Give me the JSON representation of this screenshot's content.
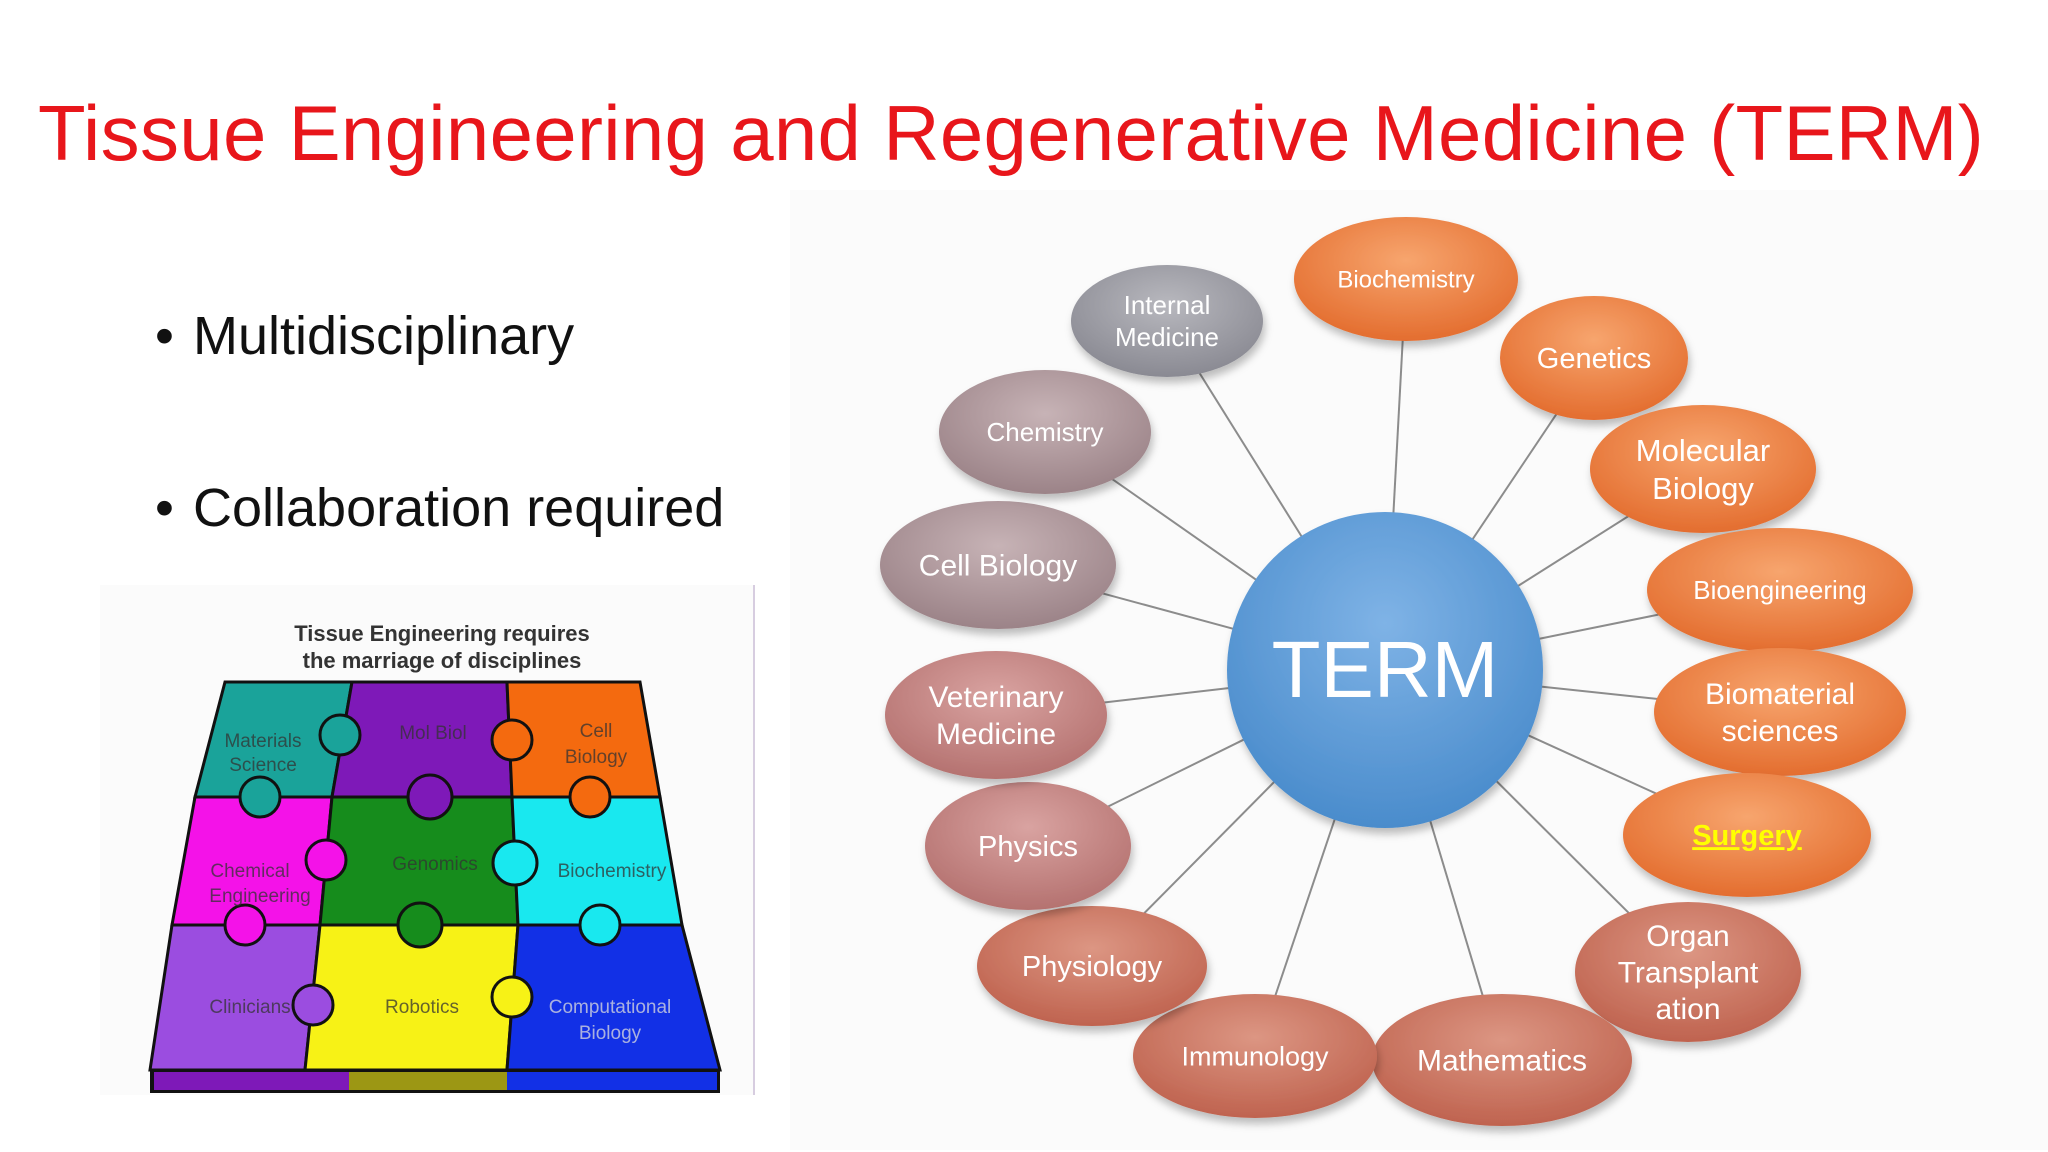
{
  "slide": {
    "title": "Tissue Engineering and Regenerative Medicine (TERM)",
    "bullets": [
      {
        "marker": "•",
        "text": "Multidisciplinary"
      },
      {
        "marker": "•",
        "text": "Collaboration required"
      }
    ]
  },
  "puzzle_figure": {
    "caption_line1": "Tissue Engineering requires",
    "caption_line2": "the marriage of disciplines",
    "pieces": [
      {
        "label1": "Materials",
        "label2": "Science",
        "color": "#1aa39a"
      },
      {
        "label1": "Mol Biol",
        "label2": "",
        "color": "#7e19b8"
      },
      {
        "label1": "Cell",
        "label2": "Biology",
        "color": "#f46a0f"
      },
      {
        "label1": "Chemical",
        "label2": "Engineering",
        "color": "#f412e8"
      },
      {
        "label1": "Genomics",
        "label2": "",
        "color": "#168c1c"
      },
      {
        "label1": "Biochemistry",
        "label2": "",
        "color": "#19e8ef"
      },
      {
        "label1": "Clinicians",
        "label2": "",
        "color": "#9b4de0"
      },
      {
        "label1": "Robotics",
        "label2": "",
        "color": "#f7f216"
      },
      {
        "label1": "Computational",
        "label2": "Biology",
        "color": "#1230e6"
      }
    ]
  },
  "term_diagram": {
    "center_label": "TERM",
    "center_color": "#5b9bd5",
    "nodes": [
      {
        "label": "Biochemistry",
        "style": "orange"
      },
      {
        "label": "Genetics",
        "style": "orange"
      },
      {
        "label": "Molecular Biology",
        "style": "orange"
      },
      {
        "label": "Bioengineering",
        "style": "orange"
      },
      {
        "label": "Biomaterial sciences",
        "style": "orange"
      },
      {
        "label": "Surgery",
        "style": "orange",
        "highlight": true
      },
      {
        "label": "Organ Transplant ation",
        "style": "rust"
      },
      {
        "label": "Mathematics",
        "style": "rust"
      },
      {
        "label": "Immunology",
        "style": "rust"
      },
      {
        "label": "Physiology",
        "style": "rust"
      },
      {
        "label": "Physics",
        "style": "rose"
      },
      {
        "label": "Veterinary Medicine",
        "style": "rose"
      },
      {
        "label": "Cell Biology",
        "style": "mauve"
      },
      {
        "label": "Chemistry",
        "style": "mauve"
      },
      {
        "label": "Internal Medicine",
        "style": "gray"
      }
    ],
    "colors": {
      "orange": "#ed7d31",
      "rust": "#c86a55",
      "rose": "#c07a78",
      "mauve": "#a38c90",
      "gray": "#93939b",
      "surgery_text": "#ffff00",
      "connector": "#8c8c8c"
    }
  }
}
